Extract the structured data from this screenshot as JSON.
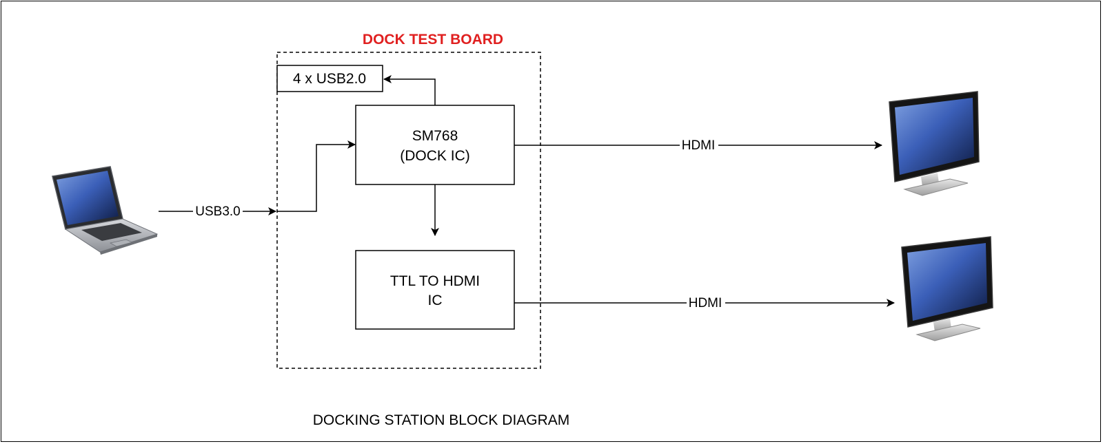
{
  "diagram": {
    "board_title": "DOCK TEST BOARD",
    "caption": "DOCKING STATION BLOCK DIAGRAM",
    "blocks": {
      "usb_hub": {
        "label": "4 x USB2.0"
      },
      "dock_ic": {
        "line1": "SM768",
        "line2": "(DOCK IC)"
      },
      "ttl_hdmi": {
        "line1": "TTL TO HDMI",
        "line2": "IC"
      }
    },
    "connections": {
      "laptop_to_dock": "USB3.0",
      "dock_to_monitor_top": "HDMI",
      "ttl_to_monitor_bottom": "HDMI"
    },
    "colors": {
      "title": "#e02020",
      "screen_blue": "#3b5fb8",
      "bezel": "#1a1a1a",
      "stand": "#c8c8c8"
    },
    "icons": [
      "laptop-icon",
      "monitor-icon",
      "monitor-icon"
    ]
  }
}
